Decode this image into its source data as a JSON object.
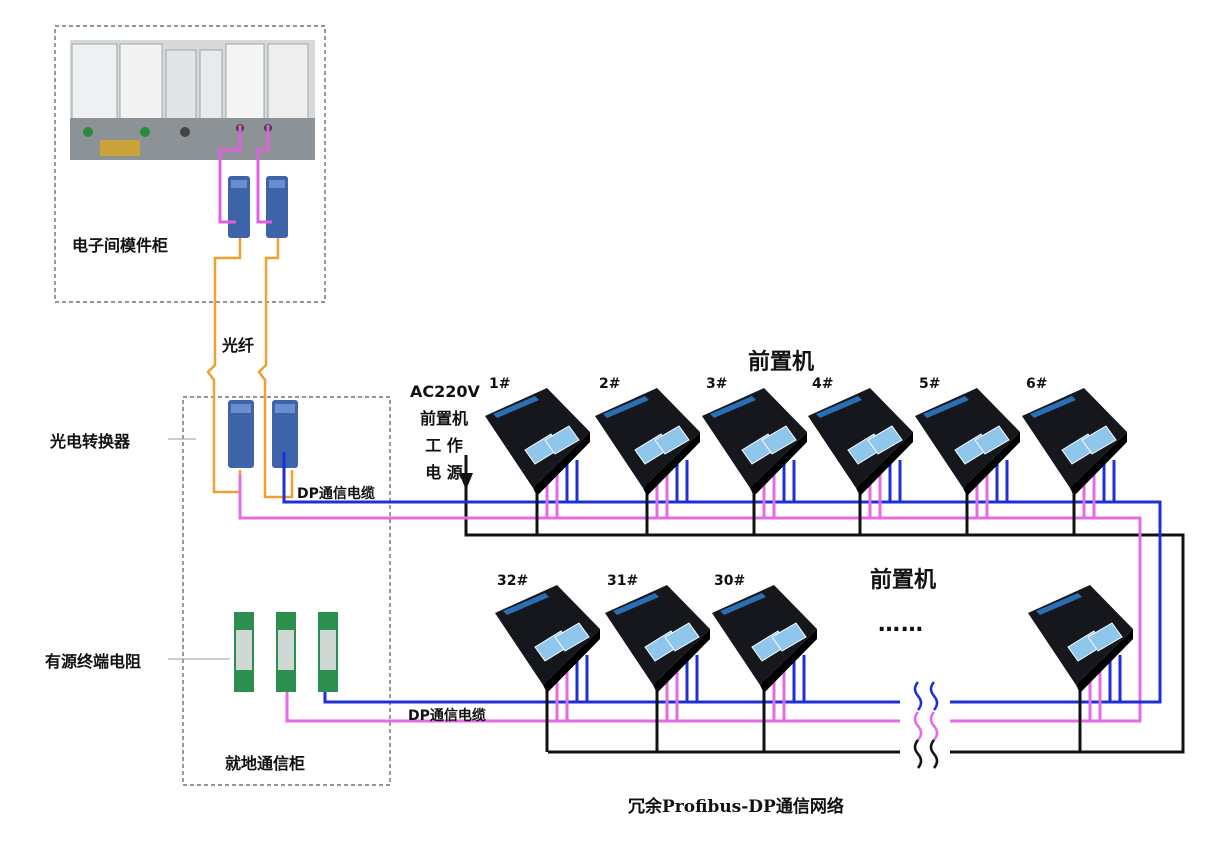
{
  "labels": {
    "electronics_cabinet": "电子间模件柜",
    "fiber": "光纤",
    "converter": "光电转换器",
    "dp_cable_top": "DP通信电缆",
    "dp_cable_bottom": "DP通信电缆",
    "active_terminator": "有源终端电阻",
    "local_cabinet": "就地通信柜",
    "front_unit_top": "前置机",
    "front_unit_bottom": "前置机",
    "power_line1": "AC220V",
    "power_line2": "前置机",
    "power_line3": "工 作",
    "power_line4": "电 源",
    "ellipsis": "……",
    "caption": "冗余Profibus-DP通信网络"
  },
  "top_units": [
    "1#",
    "2#",
    "3#",
    "4#",
    "5#",
    "6#"
  ],
  "bottom_units": [
    "32#",
    "31#",
    "30#"
  ],
  "colors": {
    "dp_blue": "#1f2fd8",
    "dp_pink": "#e46ae6",
    "fiber_orange": "#f0a030",
    "power_black": "#111111",
    "device_body": "#15171c",
    "device_top_strip": "#2a6fb5",
    "device_window": "#8fc6ec",
    "converter_blue": "#3f63a8"
  }
}
